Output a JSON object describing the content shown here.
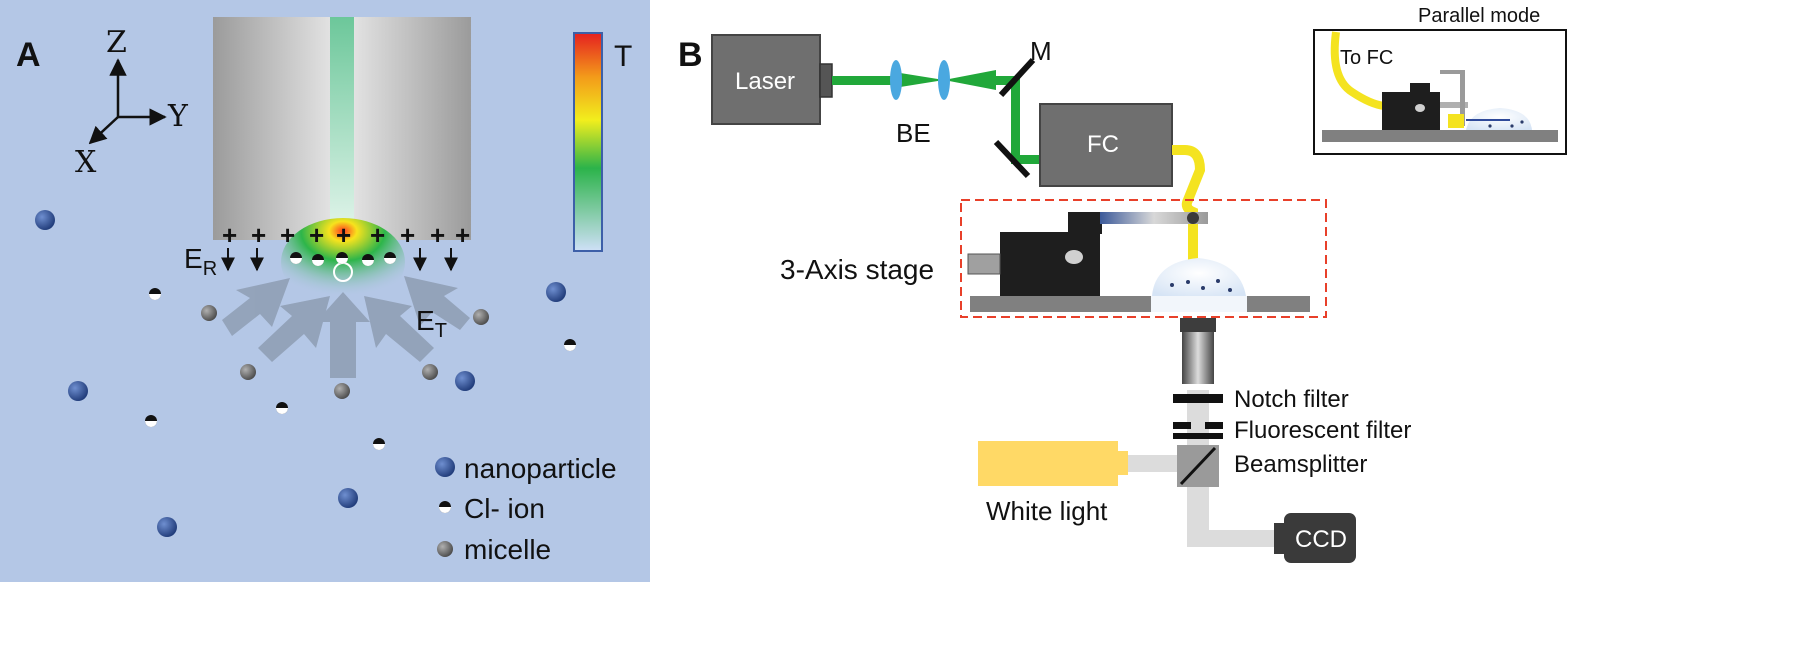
{
  "panel_a": {
    "letter": "A",
    "axes": {
      "z": "Z",
      "y": "Y",
      "x": "X"
    },
    "colorbar_label": "T",
    "field_labels": {
      "er_main": "E",
      "er_sub": "R",
      "et_main": "E",
      "et_sub": "T"
    },
    "surface_charge": "+",
    "legend": [
      {
        "label": "nanoparticle",
        "symbol": "nanoparticle"
      },
      {
        "label": "Cl- ion",
        "symbol": "cl-ion"
      },
      {
        "label": "micelle",
        "symbol": "micelle"
      }
    ],
    "colors": {
      "background": "#b4c7e6",
      "nanoparticle": "#2e4f95",
      "micelle": "#6e6e6e",
      "colorbar_top": "#e52020",
      "colorbar_bottom": "#cfe0f7",
      "fiber_core": "#6cc79a"
    }
  },
  "panel_b": {
    "letter": "B",
    "laser": "Laser",
    "be": "BE",
    "mirror": "M",
    "fc": "FC",
    "stage_label": "3-Axis stage",
    "notch_filter": "Notch filter",
    "fluorescent_filter": "Fluorescent filter",
    "beamsplitter": "Beamsplitter",
    "white_light": "White light",
    "ccd": "CCD",
    "parallel_mode_title": "Parallel mode",
    "to_fc": "To FC",
    "colors": {
      "beam": "#21a83a",
      "fiber": "#f4e320",
      "stage_outline": "#e8402a",
      "lens": "#4aa8e0",
      "lamp": "#ffd966"
    }
  }
}
